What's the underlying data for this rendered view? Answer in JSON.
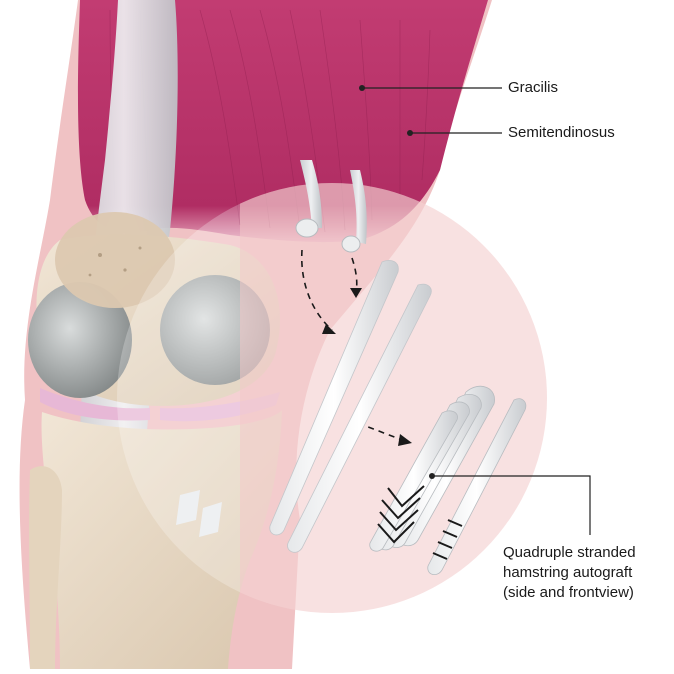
{
  "labels": {
    "gracilis": "Gracilis",
    "semitendinosus": "Semitendinosus",
    "graft_line1": "Quadruple stranded",
    "graft_line2": "hamstring autograft",
    "graft_line3": "(side and frontview)"
  },
  "colors": {
    "muscle": "#b8336a",
    "muscle_light": "#d6719a",
    "skin": "#f2c4c6",
    "bone": "#ece0cf",
    "cartilage": "#9fa3a3",
    "tendon": "#d9dcdf",
    "meniscus": "#e4b4d4",
    "leader_line": "#222222"
  }
}
